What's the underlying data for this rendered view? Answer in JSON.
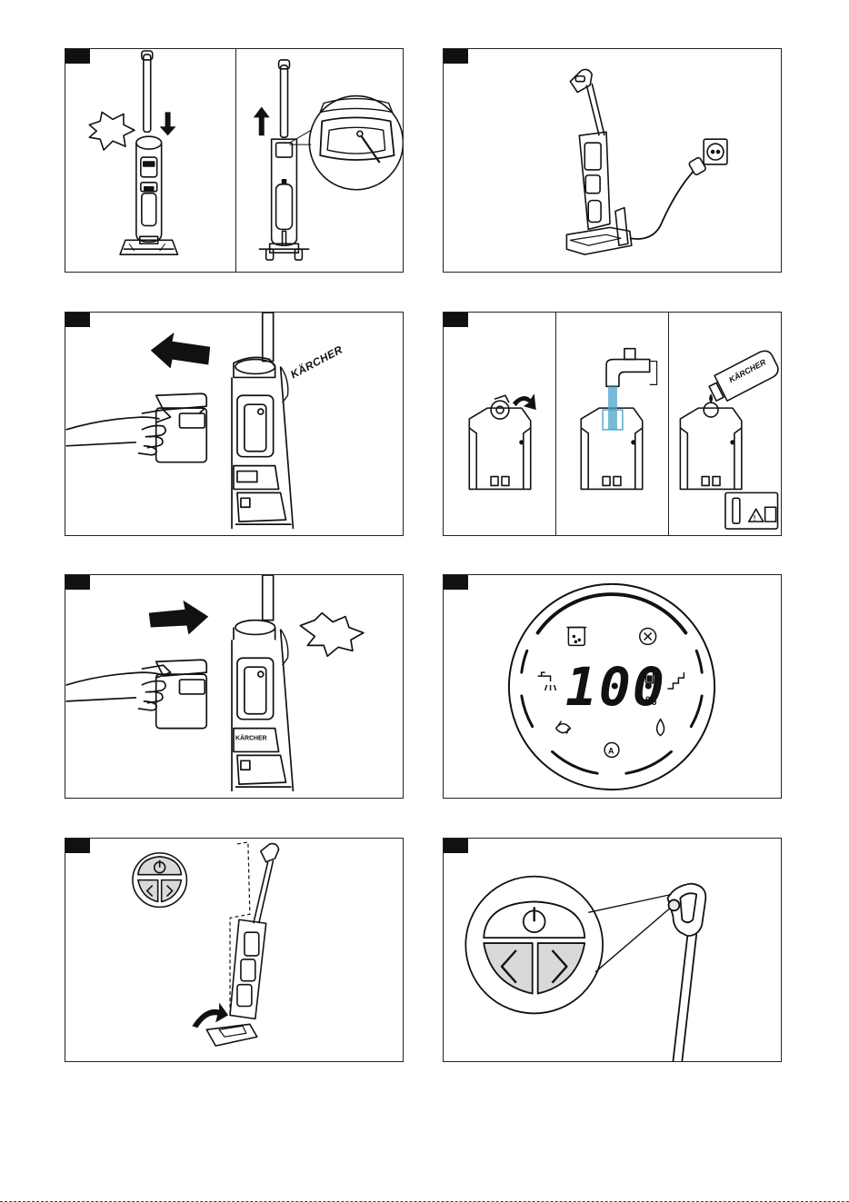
{
  "page": {
    "panels": [
      {
        "id": "attach-handle",
        "label": ""
      },
      {
        "id": "charging-station",
        "label": ""
      },
      {
        "id": "remove-fresh-water-tank",
        "label": ""
      },
      {
        "id": "fill-fresh-water-tank",
        "label": ""
      },
      {
        "id": "insert-fresh-water-tank",
        "label": ""
      },
      {
        "id": "display",
        "label": ""
      },
      {
        "id": "switch-on",
        "label": ""
      },
      {
        "id": "control-buttons",
        "label": ""
      }
    ]
  },
  "detergent_bottle": {
    "brand": "KÄRCHER"
  },
  "display": {
    "percent_value": "100",
    "percent_unit": "%",
    "icons": [
      "dirty-water-tank-icon",
      "error-icon",
      "fresh-water-icon",
      "battery-icon",
      "max-power-icon",
      "self-cleaning-icon",
      "auto-mode-icon",
      "water-flow-icon"
    ]
  },
  "colors": {
    "line": "#111111",
    "water": "#4aa3c8",
    "button_gray": "#d9d9d9"
  }
}
